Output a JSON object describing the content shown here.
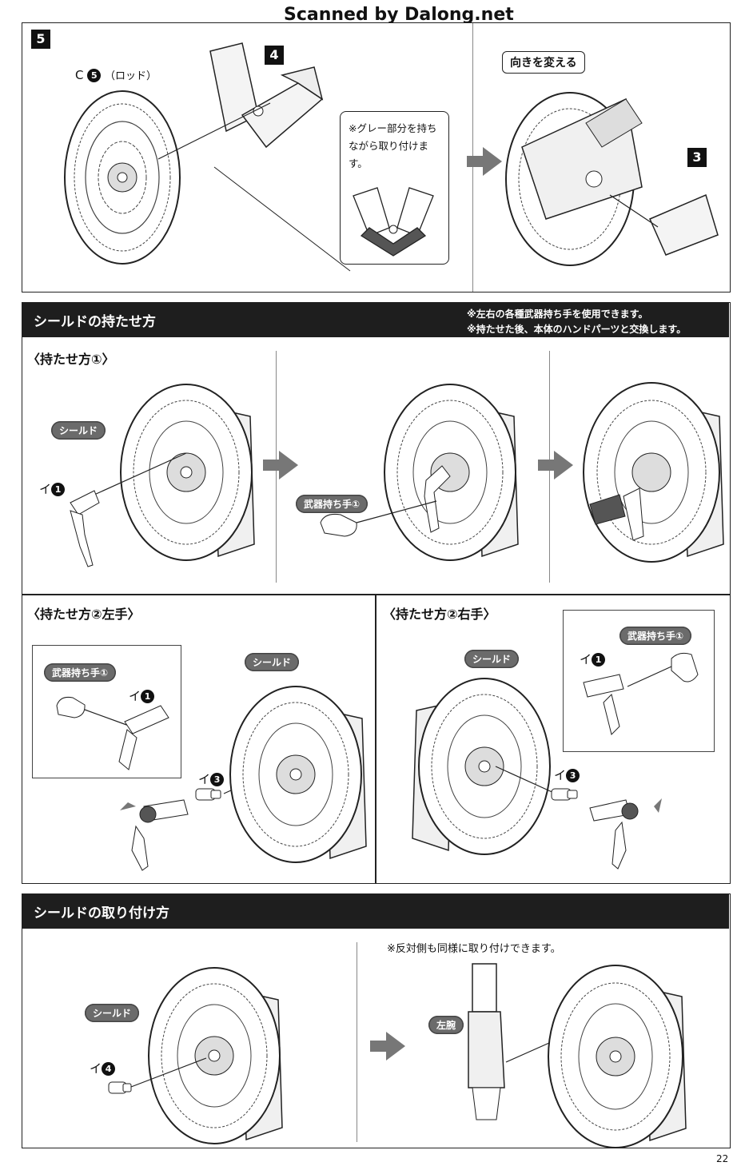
{
  "watermark": "Scanned by Dalong.net",
  "step": {
    "number": "5",
    "part_label": "C",
    "part_num": "5",
    "part_name": "（ロッド）",
    "ref4": "4",
    "ref3": "3",
    "gray_note": "※グレー部分を持ちながら取り付けます。",
    "rotate_label": "向きを変える"
  },
  "section1": {
    "title": "シールドの持たせ方",
    "note1": "※左右の各種武器持ち手を使用できます。",
    "note2": "※持たせた後、本体のハンドパーツと交換します。",
    "method1": "〈持たせ方①〉",
    "shield": "シールド",
    "part_i": "イ",
    "part_1": "1",
    "part_3": "3",
    "weapon_hand": "武器持ち手①",
    "method2_left": "〈持たせ方②左手〉",
    "method2_right": "〈持たせ方②右手〉"
  },
  "section2": {
    "title": "シールドの取り付け方",
    "note": "※反対側も同様に取り付けできます。",
    "shield": "シールド",
    "part_i": "イ",
    "part_4": "4",
    "left_arm": "左腕"
  },
  "page_number": "22"
}
